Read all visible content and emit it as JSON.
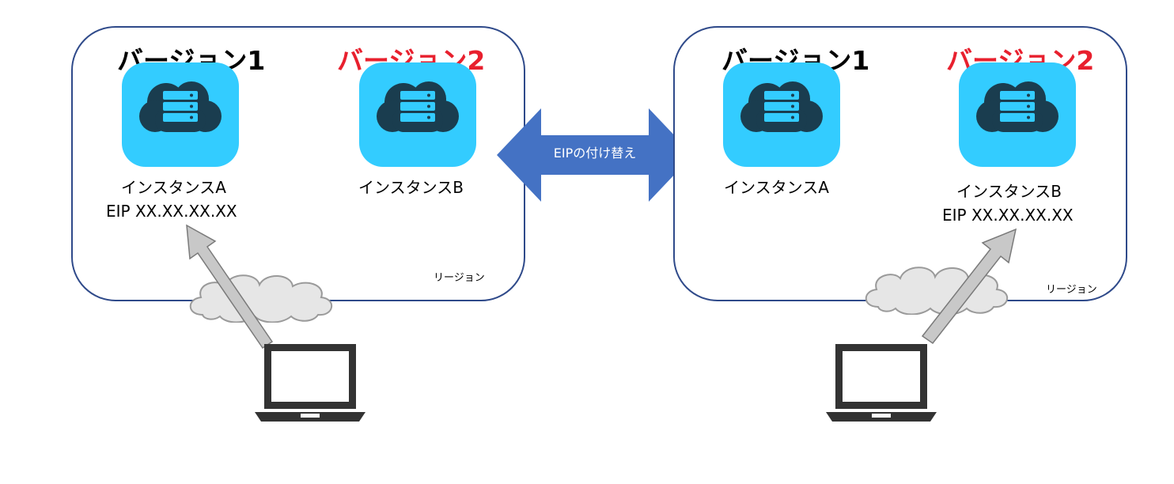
{
  "colors": {
    "region_border": "#2f4a8a",
    "server_bg": "#33ccff",
    "server_dark": "#1a3d4f",
    "version2_text": "#e8202e",
    "swap_arrow": "#4472c4",
    "cloud_fill": "#e6e6e6",
    "laptop": "#333333",
    "access_arrow": "#c8c8c8"
  },
  "swap": {
    "label": "EIPの付け替え"
  },
  "left": {
    "version1": "バージョン1",
    "version2": "バージョン2",
    "instance_a": "インスタンスA",
    "instance_a_eip": "EIP XX.XX.XX.XX",
    "instance_b": "インスタンスB",
    "region_label": "リージョン"
  },
  "right": {
    "version1": "バージョン1",
    "version2": "バージョン2",
    "instance_a": "インスタンスA",
    "instance_b": "インスタンスB",
    "instance_b_eip": "EIP XX.XX.XX.XX",
    "region_label": "リージョン"
  },
  "icons": {
    "server": "cloud-server-icon",
    "laptop": "laptop-icon",
    "cloud": "internet-cloud-icon"
  }
}
